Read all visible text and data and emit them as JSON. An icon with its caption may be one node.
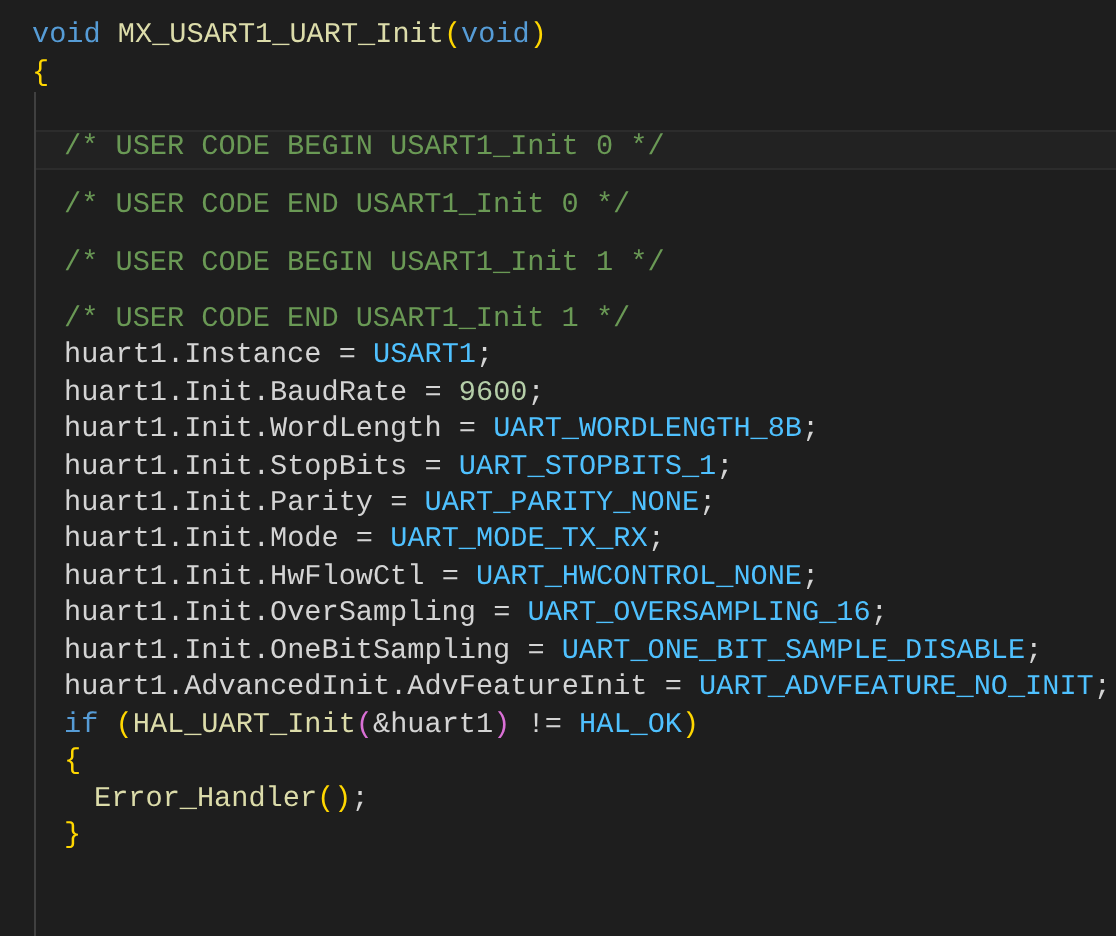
{
  "diagram": {
    "labels": [
      "void MX_USART1_UART_Init(void)",
      "{",
      "/* USER CODE BEGIN USART1_Init 0 */",
      "/* USER CODE END USART1_Init 0 */",
      "/* USER CODE BEGIN USART1_Init 1 */",
      "/* USER CODE END USART1_Init 1 */",
      "huart1.Instance = USART1;",
      "huart1.Init.BaudRate = 9600;",
      "huart1.Init.WordLength = UART_WORDLENGTH_8B;",
      "huart1.Init.StopBits = UART_STOPBITS_1;",
      "huart1.Init.Parity = UART_PARITY_NONE;",
      "huart1.Init.Mode = UART_MODE_TX_RX;",
      "huart1.Init.HwFlowCtl = UART_HWCONTROL_NONE;",
      "huart1.Init.OverSampling = UART_OVERSAMPLING_16;",
      "huart1.Init.OneBitSampling = UART_ONE_BIT_SAMPLE_DISABLE;",
      "huart1.AdvancedInit.AdvFeatureInit = UART_ADVFEATURE_NO_INIT;",
      "if (HAL_UART_Init(&huart1) != HAL_OK)",
      "{",
      "Error_Handler();",
      "}"
    ]
  }
}
